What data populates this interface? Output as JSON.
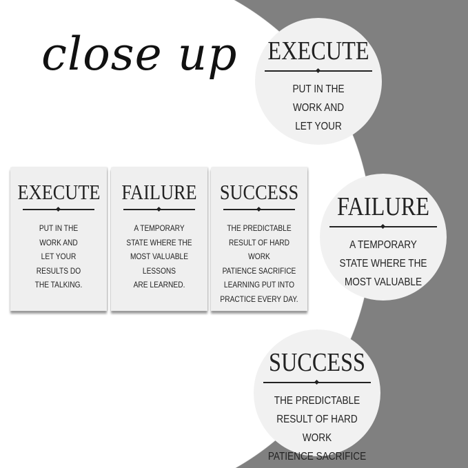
{
  "title": "close up",
  "panels": [
    {
      "heading": "EXECUTE",
      "lines": [
        "PUT IN THE",
        "WORK AND",
        "LET YOUR",
        "RESULTS DO",
        "THE TALKING."
      ]
    },
    {
      "heading": "FAILURE",
      "lines": [
        "A TEMPORARY",
        "STATE WHERE THE",
        "MOST VALUABLE",
        "LESSONS",
        "ARE LEARNED."
      ]
    },
    {
      "heading": "SUCCESS",
      "lines": [
        "THE PREDICTABLE",
        "RESULT OF HARD WORK",
        "PATIENCE SACRIFICE",
        "LEARNING PUT INTO",
        "PRACTICE EVERY DAY."
      ]
    }
  ],
  "closeups": [
    {
      "heading": "EXECUTE",
      "lines": [
        "PUT IN THE",
        "WORK AND",
        "LET YOUR"
      ]
    },
    {
      "heading": "FAILURE",
      "lines": [
        "A TEMPORARY",
        "STATE WHERE THE",
        "MOST VALUABLE"
      ]
    },
    {
      "heading": "SUCCESS",
      "lines": [
        "THE PREDICTABLE",
        "RESULT OF HARD WORK",
        "PATIENCE SACRIFICE"
      ]
    }
  ],
  "colors": {
    "background_grey": "#808080",
    "canvas": "#efefef",
    "text": "#222222"
  }
}
